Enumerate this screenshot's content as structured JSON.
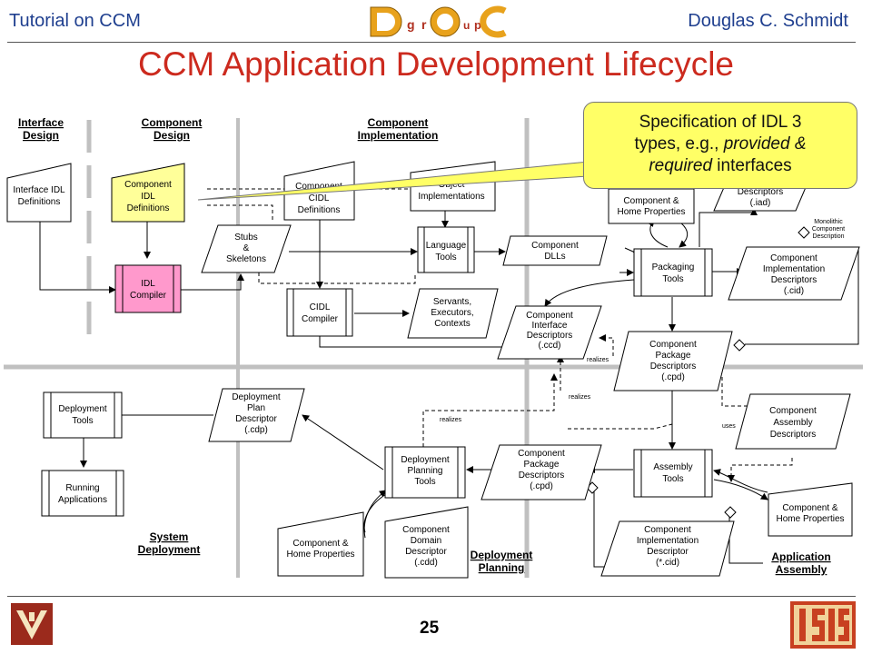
{
  "header": {
    "left": "Tutorial on CCM",
    "right": "Douglas C. Schmidt",
    "logo": "doc-group-logo"
  },
  "title": "CCM Application Development Lifecycle",
  "callout": {
    "line1": "Specification of IDL 3",
    "line2_pre": "types, e.g., ",
    "line2_em": "provided &",
    "line3_em": "required",
    "line3_post": " interfaces"
  },
  "phases": {
    "interface_design": [
      "Interface",
      "Design"
    ],
    "component_design": [
      "Component",
      "Design"
    ],
    "component_implementation": [
      "Component",
      "Implementation"
    ],
    "system_deployment": [
      "System",
      "Deployment"
    ],
    "deployment_planning": [
      "Deployment",
      "Planning"
    ],
    "application_assembly": [
      "Application",
      "Assembly"
    ]
  },
  "nodes": {
    "interface_idl": [
      "Interface IDL",
      "Definitions"
    ],
    "component_idl": [
      "Component",
      "IDL",
      "Definitions"
    ],
    "stubs": [
      "Stubs",
      "&",
      "Skeletons"
    ],
    "idl_compiler": [
      "IDL",
      "Compiler"
    ],
    "component_cidl": [
      "Component",
      "CIDL",
      "Definitions"
    ],
    "object_impl": [
      "Object",
      "Implementations"
    ],
    "language_tools": [
      "Language",
      "Tools"
    ],
    "component_dlls": [
      "Component",
      "DLLs"
    ],
    "cidl_compiler": [
      "CIDL",
      "Compiler"
    ],
    "servants": [
      "Servants,",
      "Executors,",
      "Contexts"
    ],
    "interface_descriptors": [
      "Component",
      "Interface",
      "Descriptors",
      "(.ccd)"
    ],
    "home_props_top": [
      "Component &",
      "Home Properties"
    ],
    "assembly_descriptors_top": [
      "Descriptors",
      "(.iad)"
    ],
    "monolithic": [
      "Monolithic",
      "Component",
      "Description"
    ],
    "packaging_tools": [
      "Packaging",
      "Tools"
    ],
    "impl_descriptors": [
      "Component",
      "Implementation",
      "Descriptors",
      "(.cid)"
    ],
    "package_descriptors_top": [
      "Component",
      "Package",
      "Descriptors",
      "(.cpd)"
    ],
    "assembly_descriptors": [
      "Component",
      "Assembly",
      "Descriptors"
    ],
    "deployment_tools": [
      "Deployment",
      "Tools"
    ],
    "deployment_plan": [
      "Deployment",
      "Plan",
      "Descriptor",
      "(.cdp)"
    ],
    "running_apps": [
      "Running",
      "Applications"
    ],
    "planning_tools": [
      "Deployment",
      "Planning",
      "Tools"
    ],
    "package_descriptors_bottom": [
      "Component",
      "Package",
      "Descriptors",
      "(.cpd)"
    ],
    "assembly_tools": [
      "Assembly",
      "Tools"
    ],
    "home_props_left": [
      "Component &",
      "Home Properties"
    ],
    "domain_descriptor": [
      "Component",
      "Domain",
      "Descriptor",
      "(.cdd)"
    ],
    "home_props_right": [
      "Component &",
      "Home Properties"
    ],
    "impl_descriptor_bottom": [
      "Component",
      "Implementation",
      "Descriptor",
      "(*.cid)"
    ]
  },
  "edge_labels": {
    "realizes_1": "realizes",
    "realizes_2": "realizes",
    "realizes_3": "realizes",
    "uses": "uses"
  },
  "footer": {
    "page": "25"
  },
  "colors": {
    "title": "#cc2a1e",
    "header_text": "#1f3f8f",
    "callout_fill": "#ffff66",
    "component_idl_fill": "#ffff99",
    "idl_compiler_fill": "#ff99cc",
    "separator": "#c0c0c0"
  }
}
